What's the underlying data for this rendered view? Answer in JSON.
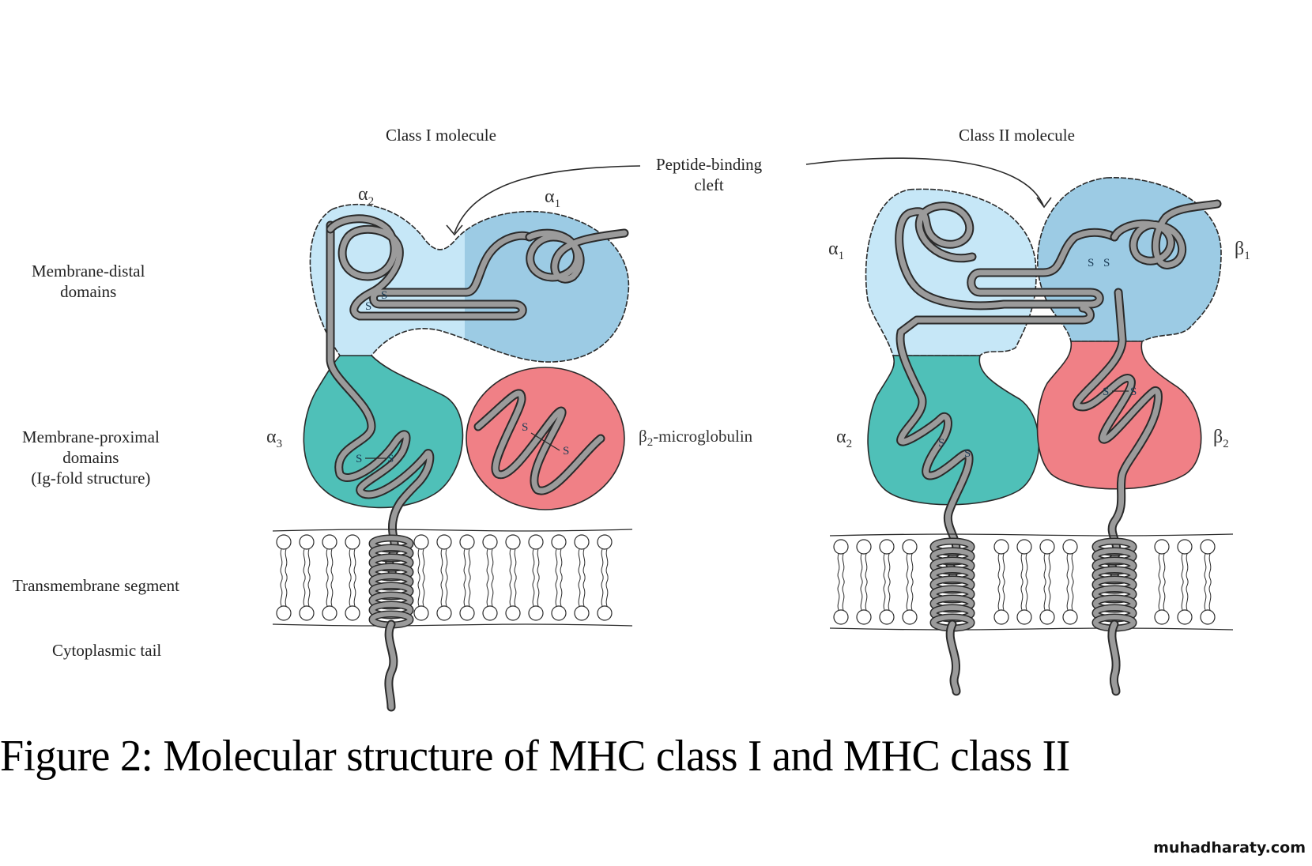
{
  "figure": {
    "caption": "Figure 2:  Molecular structure of MHC class I and MHC class II",
    "watermark": "muhadharaty.com"
  },
  "titles": {
    "class1": "Class I molecule",
    "class2": "Class II molecule",
    "cleft_line1": "Peptide-binding",
    "cleft_line2": "cleft"
  },
  "row_labels": {
    "distal_line1": "Membrane-distal",
    "distal_line2": "domains",
    "proximal_line1": "Membrane-proximal",
    "proximal_line2": "domains",
    "proximal_line3": "(Ig-fold structure)",
    "transmembrane": "Transmembrane segment",
    "cytoplasmic": "Cytoplasmic tail"
  },
  "class1_domains": {
    "alpha2": {
      "symbol": "α",
      "sub": "2"
    },
    "alpha1": {
      "symbol": "α",
      "sub": "1"
    },
    "alpha3": {
      "symbol": "α",
      "sub": "3"
    },
    "b2m": {
      "symbol": "β",
      "sub": "2",
      "suffix": "-microglobulin"
    }
  },
  "class2_domains": {
    "alpha1": {
      "symbol": "α",
      "sub": "1"
    },
    "beta1": {
      "symbol": "β",
      "sub": "1"
    },
    "alpha2": {
      "symbol": "α",
      "sub": "2"
    },
    "beta2": {
      "symbol": "β",
      "sub": "2"
    }
  },
  "disulfide": {
    "s": "S"
  },
  "colors": {
    "light_blue": "#c6e7f7",
    "mid_blue": "#9ccbe4",
    "teal": "#4fc0b8",
    "salmon": "#f08086",
    "protein_chain": "#9b9b9b",
    "outline": "#2a2a2a"
  }
}
